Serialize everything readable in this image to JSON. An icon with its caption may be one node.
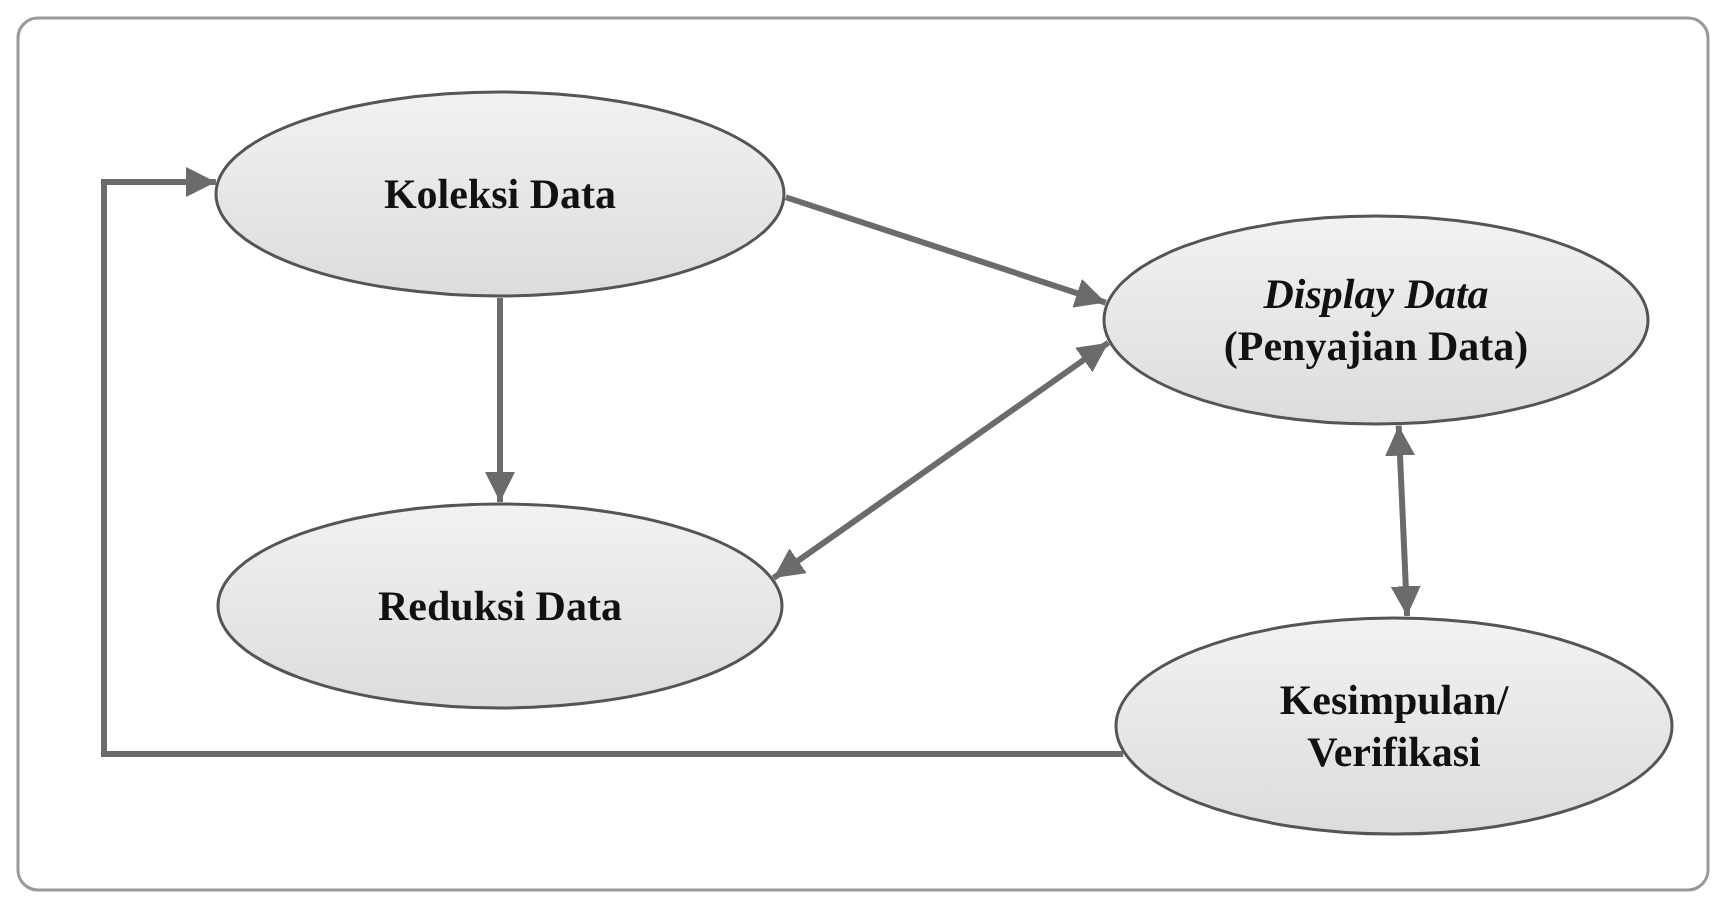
{
  "diagram": {
    "nodes": [
      {
        "text": [
          "Koleksi Data"
        ]
      },
      {
        "text": [
          "*Display Data* (Penyajian Data)"
        ]
      },
      {
        "text": [
          "Reduksi Data"
        ]
      },
      {
        "text": [
          "Kesimpulan/ Verifikasi"
        ]
      }
    ],
    "edges": [
      {
        "from": 0,
        "to": 1,
        "arrow": "to"
      },
      {
        "from": 0,
        "to": 2,
        "arrow": "to"
      },
      {
        "from": 2,
        "to": 1,
        "arrow": "both"
      },
      {
        "from": 1,
        "to": 3,
        "arrow": "both"
      },
      {
        "from": 3,
        "to": 0,
        "arrow": "to"
      }
    ]
  }
}
